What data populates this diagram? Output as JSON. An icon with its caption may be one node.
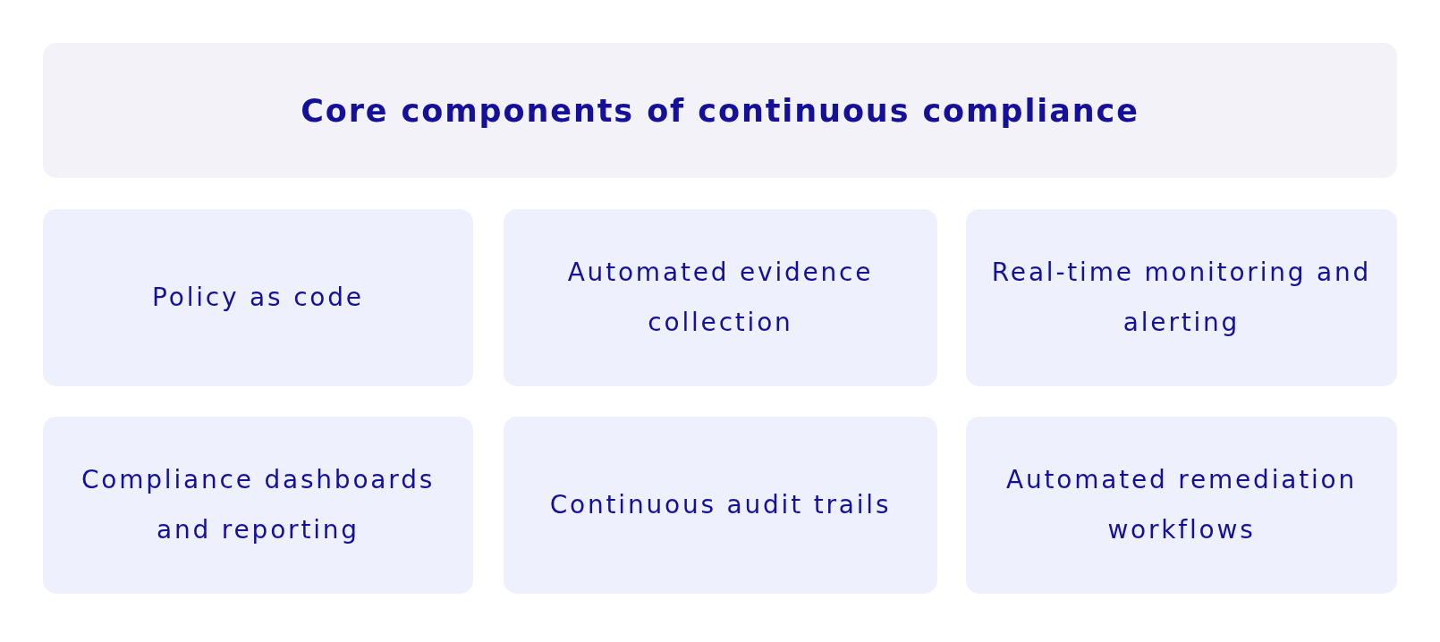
{
  "diagram": {
    "nodes": [
      {
        "text": [
          "Core components of continuous compliance"
        ]
      },
      {
        "text": [
          "Policy as code"
        ]
      },
      {
        "text": [
          "Automated evidence collection"
        ]
      },
      {
        "text": [
          "Real-time monitoring and alerting"
        ]
      },
      {
        "text": [
          "Compliance dashboards and reporting"
        ]
      },
      {
        "text": [
          "Continuous audit trails"
        ]
      },
      {
        "text": [
          "Automated remediation workflows"
        ]
      }
    ]
  }
}
